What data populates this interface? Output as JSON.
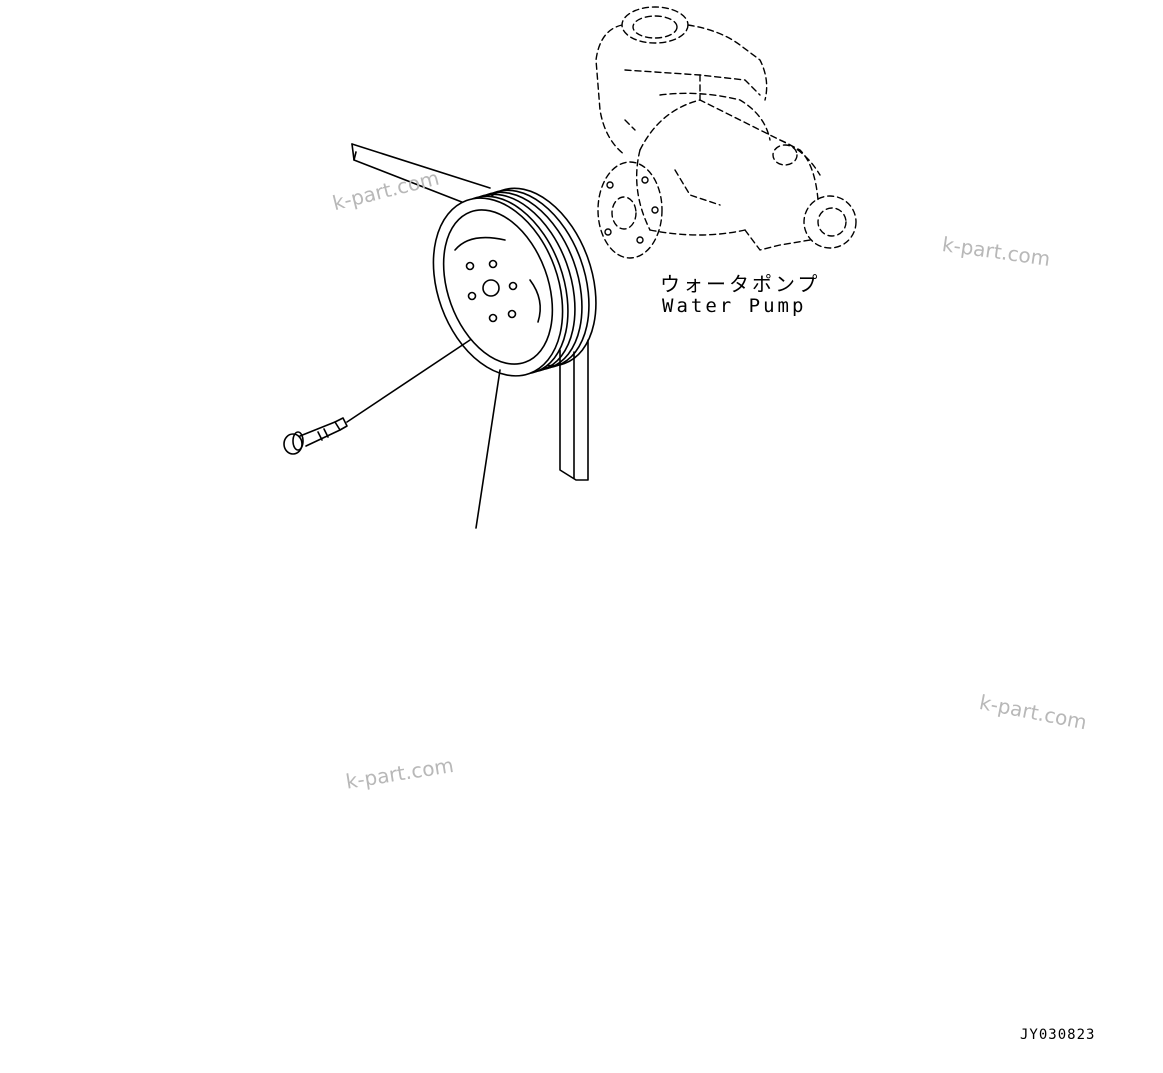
{
  "labels": {
    "part_name_jp": "ウォータポンプ",
    "part_name_en": "Water Pump",
    "drawing_number": "JY030823"
  },
  "watermarks": [
    "k-part.com",
    "k-part.com",
    "k-part.com",
    "k-part.com"
  ],
  "colors": {
    "line": "#000000",
    "watermark": "#b8b8b8",
    "background": "#ffffff"
  }
}
